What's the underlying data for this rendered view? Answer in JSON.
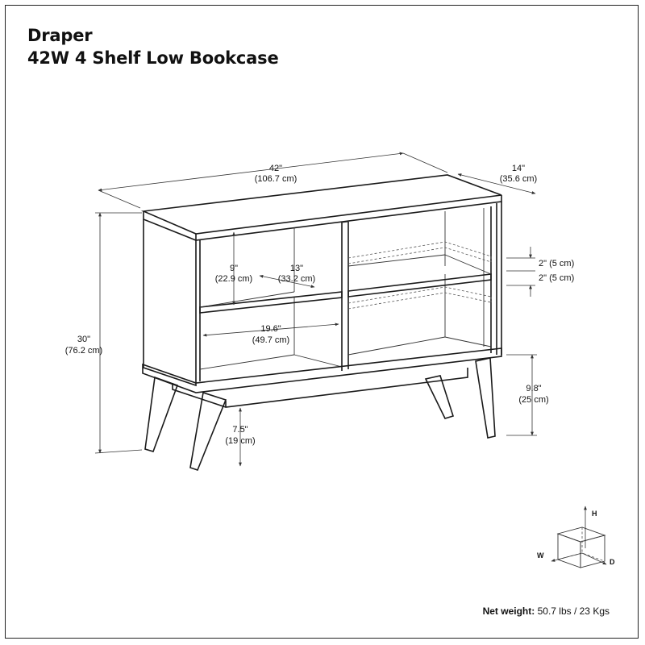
{
  "title": {
    "line1": "Draper",
    "line2": "42W 4 Shelf Low Bookcase"
  },
  "dimensions": {
    "width_in": "42\"",
    "width_cm": "(106.7 cm)",
    "depth_in": "14\"",
    "depth_cm": "(35.6 cm)",
    "height_in": "30\"",
    "height_cm": "(76.2 cm)",
    "cubby_height_in": "9\"",
    "cubby_height_cm": "(22.9 cm)",
    "cubby_depth_in": "13\"",
    "cubby_depth_cm": "(33.2 cm)",
    "cubby_width_in": "19.6\"",
    "cubby_width_cm": "(49.7 cm)",
    "shelf_adjust_1": "2\" (5 cm)",
    "shelf_adjust_2": "2\" (5 cm)",
    "leg_height_in": "9.8\"",
    "leg_height_cm": "(25 cm)",
    "clearance_in": "7.5\"",
    "clearance_cm": "(19 cm)"
  },
  "axes": {
    "h": "H",
    "w": "W",
    "d": "D"
  },
  "weight": {
    "label": "Net weight:",
    "value": " 50.7 lbs / 23 Kgs"
  }
}
